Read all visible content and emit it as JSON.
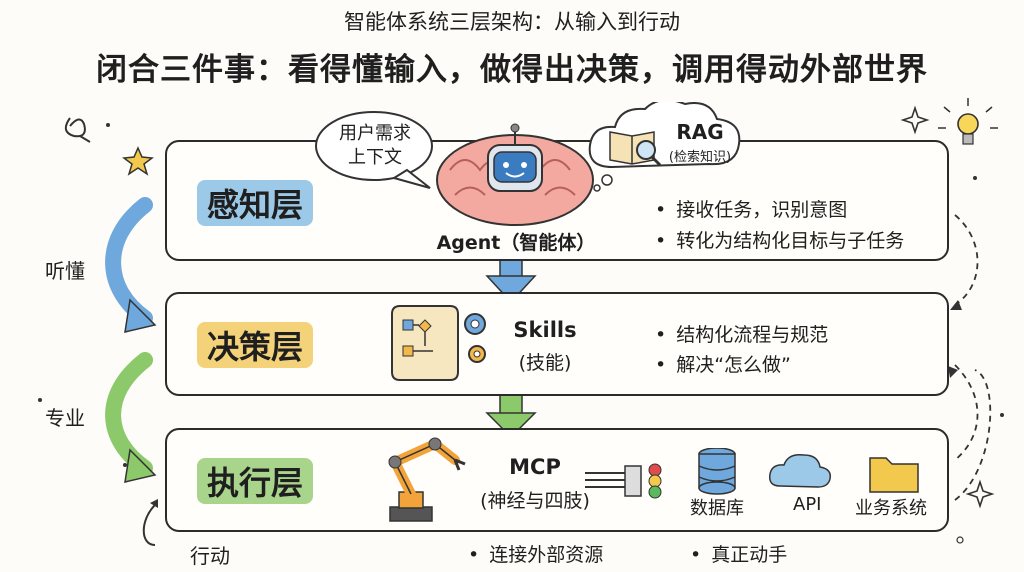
{
  "header": {
    "subtitle": "智能体系统三层架构：从输入到行动",
    "title": "闭合三件事：看得懂输入，做得出决策，调用得动外部世界"
  },
  "side_labels": {
    "listen": "听懂",
    "professional": "专业",
    "action": "行动"
  },
  "perception": {
    "name": "感知层",
    "agent_label": "Agent（智能体）",
    "bubble_user": [
      "用户需求",
      "上下文"
    ],
    "bubble_rag": {
      "title": "RAG",
      "sub": "(检索知识)"
    },
    "bullets": [
      "接收任务，识别意图",
      "转化为结构化目标与子任务"
    ]
  },
  "decision": {
    "name": "决策层",
    "skills_title": "Skills",
    "skills_sub": "(技能)",
    "bullets": [
      "结构化流程与规范",
      "解决“怎么做”"
    ]
  },
  "execution": {
    "name": "执行层",
    "mcp_title": "MCP",
    "mcp_sub": "(神经与四肢)",
    "resources": [
      "数据库",
      "API",
      "业务系统"
    ],
    "bullets": [
      "连接外部资源",
      "真正动手"
    ]
  },
  "colors": {
    "perception_highlight": "#9cc9e8",
    "decision_highlight": "#f4d27a",
    "execution_highlight": "#a9d48c",
    "arrow_blue": "#6fa8dc",
    "arrow_green": "#8cc96a"
  }
}
